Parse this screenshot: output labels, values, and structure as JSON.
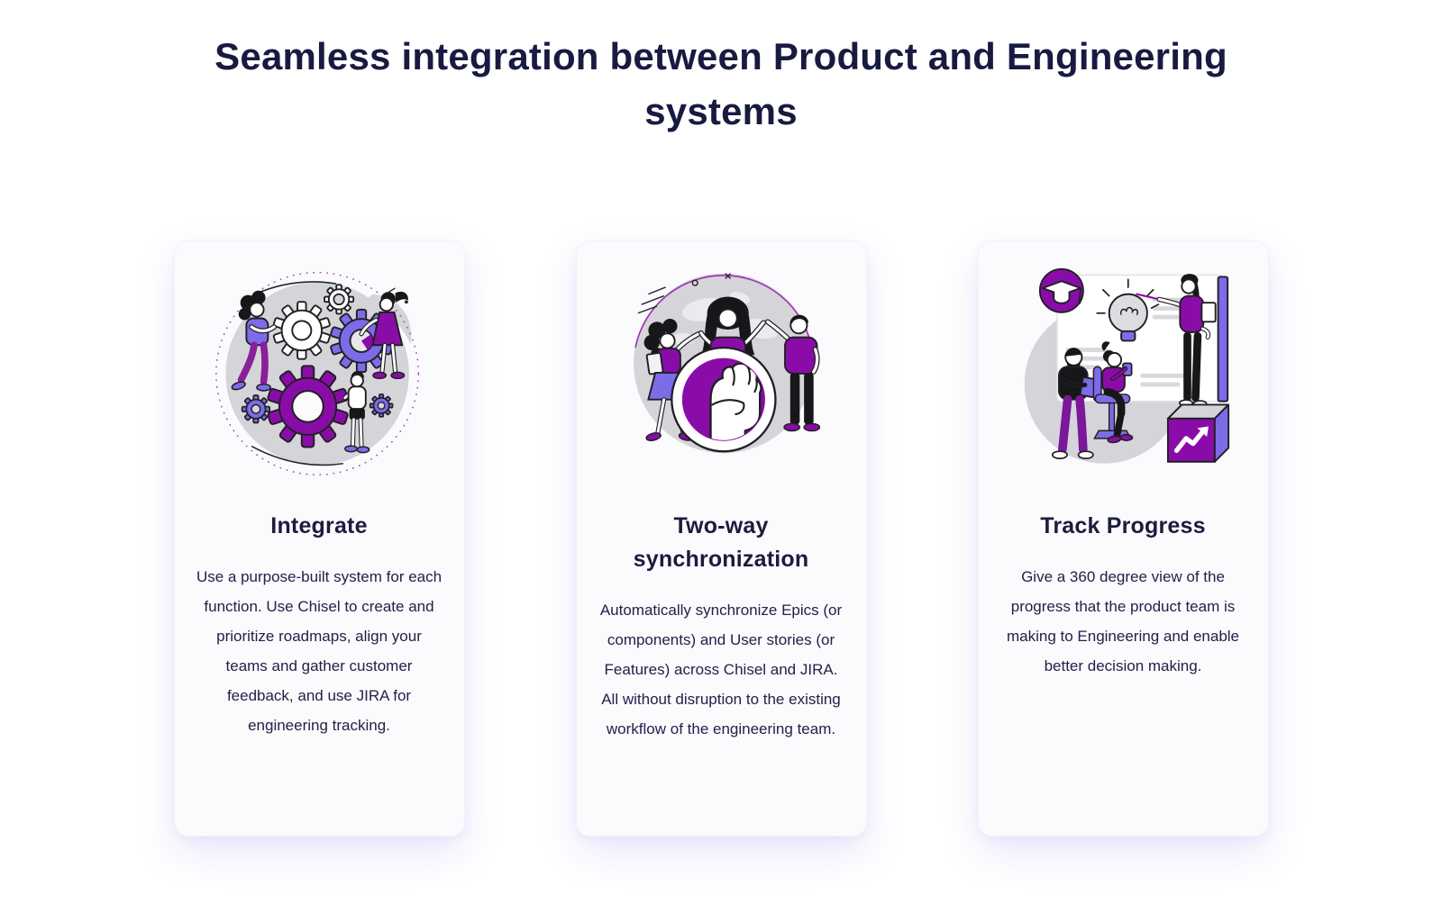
{
  "section": {
    "heading_line1": "Seamless integration between Product and Engineering",
    "heading_line2": "systems"
  },
  "cards": [
    {
      "id": "integrate",
      "title": "Integrate",
      "description": "Use a purpose-built system for each function. Use Chisel to create and prioritize roadmaps, align your teams and gather customer feedback, and use JIRA for engineering tracking.",
      "illustration": "gears-teamwork-illustration"
    },
    {
      "id": "two-way-synchronization",
      "title": "Two-way synchronization",
      "description": "Automatically synchronize Epics (or components) and User stories (or Features) across Chisel and JIRA. All without disruption to the existing workflow of the engineering team.",
      "illustration": "team-fist-globe-illustration"
    },
    {
      "id": "track-progress",
      "title": "Track Progress",
      "description": "Give a 360 degree view of the progress that the product team is making to Engineering and enable better decision making.",
      "illustration": "progress-presentation-illustration"
    }
  ],
  "colors": {
    "accent_purple": "#8a0ca8",
    "periwinkle": "#7c6ce8",
    "illustration_gray": "#d5d4d8",
    "heading_navy": "#181a40",
    "body_navy": "#20224a",
    "card_background": "#fbfbfd"
  }
}
